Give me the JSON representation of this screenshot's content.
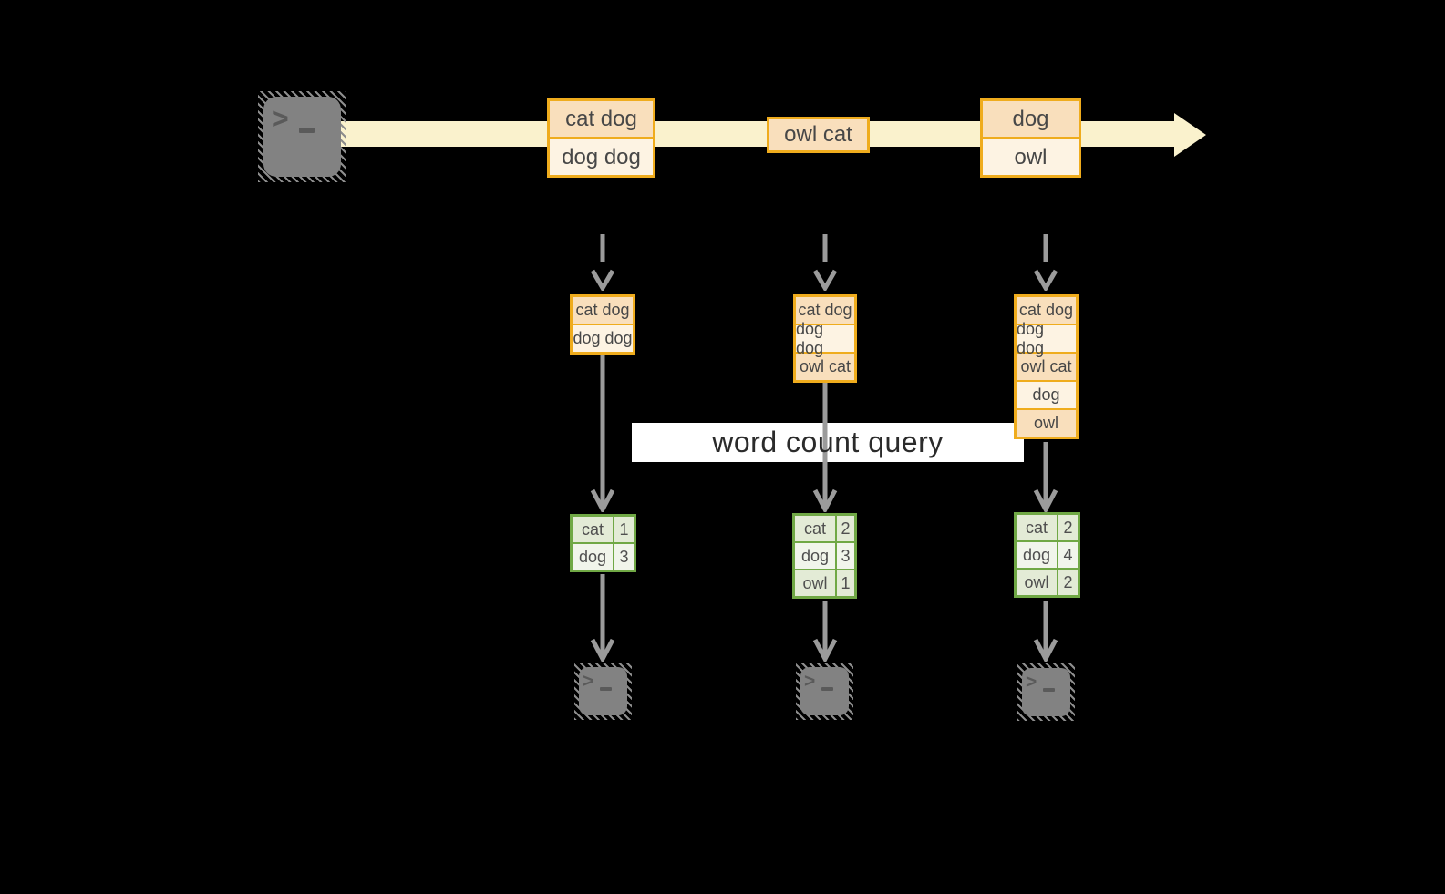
{
  "query_label": "word count query",
  "stream_boxes": [
    {
      "rows": [
        "cat dog",
        "dog dog"
      ]
    },
    {
      "rows": [
        "owl cat"
      ]
    },
    {
      "rows": [
        "dog",
        "owl"
      ]
    }
  ],
  "buffers": [
    {
      "rows": [
        "cat dog",
        "dog dog"
      ]
    },
    {
      "rows": [
        "cat dog",
        "dog dog",
        "owl cat"
      ]
    },
    {
      "rows": [
        "cat dog",
        "dog dog",
        "owl cat",
        "dog",
        "owl"
      ]
    }
  ],
  "result_tables": [
    {
      "rows": [
        {
          "word": "cat",
          "count": "1"
        },
        {
          "word": "dog",
          "count": "3"
        }
      ]
    },
    {
      "rows": [
        {
          "word": "cat",
          "count": "2"
        },
        {
          "word": "dog",
          "count": "3"
        },
        {
          "word": "owl",
          "count": "1"
        }
      ]
    },
    {
      "rows": [
        {
          "word": "cat",
          "count": "2"
        },
        {
          "word": "dog",
          "count": "4"
        },
        {
          "word": "owl",
          "count": "2"
        }
      ]
    }
  ],
  "terminal_prompt": {
    "chevron": ">",
    "cursor": "_"
  },
  "colors": {
    "background": "#000000",
    "record_border": "#efac1d",
    "record_fill_dark": "#f9dfbc",
    "record_fill_light": "#fdf3e3",
    "stream_band": "#faf2cd",
    "table_border": "#70a845",
    "table_row_tint": "#e3ebd6",
    "table_row_light": "#f1f5eb",
    "arrow_gray": "#9b9b9b",
    "query_label_bg": "#ffffff",
    "text_dark": "#474747",
    "terminal_fill": "#828282"
  }
}
